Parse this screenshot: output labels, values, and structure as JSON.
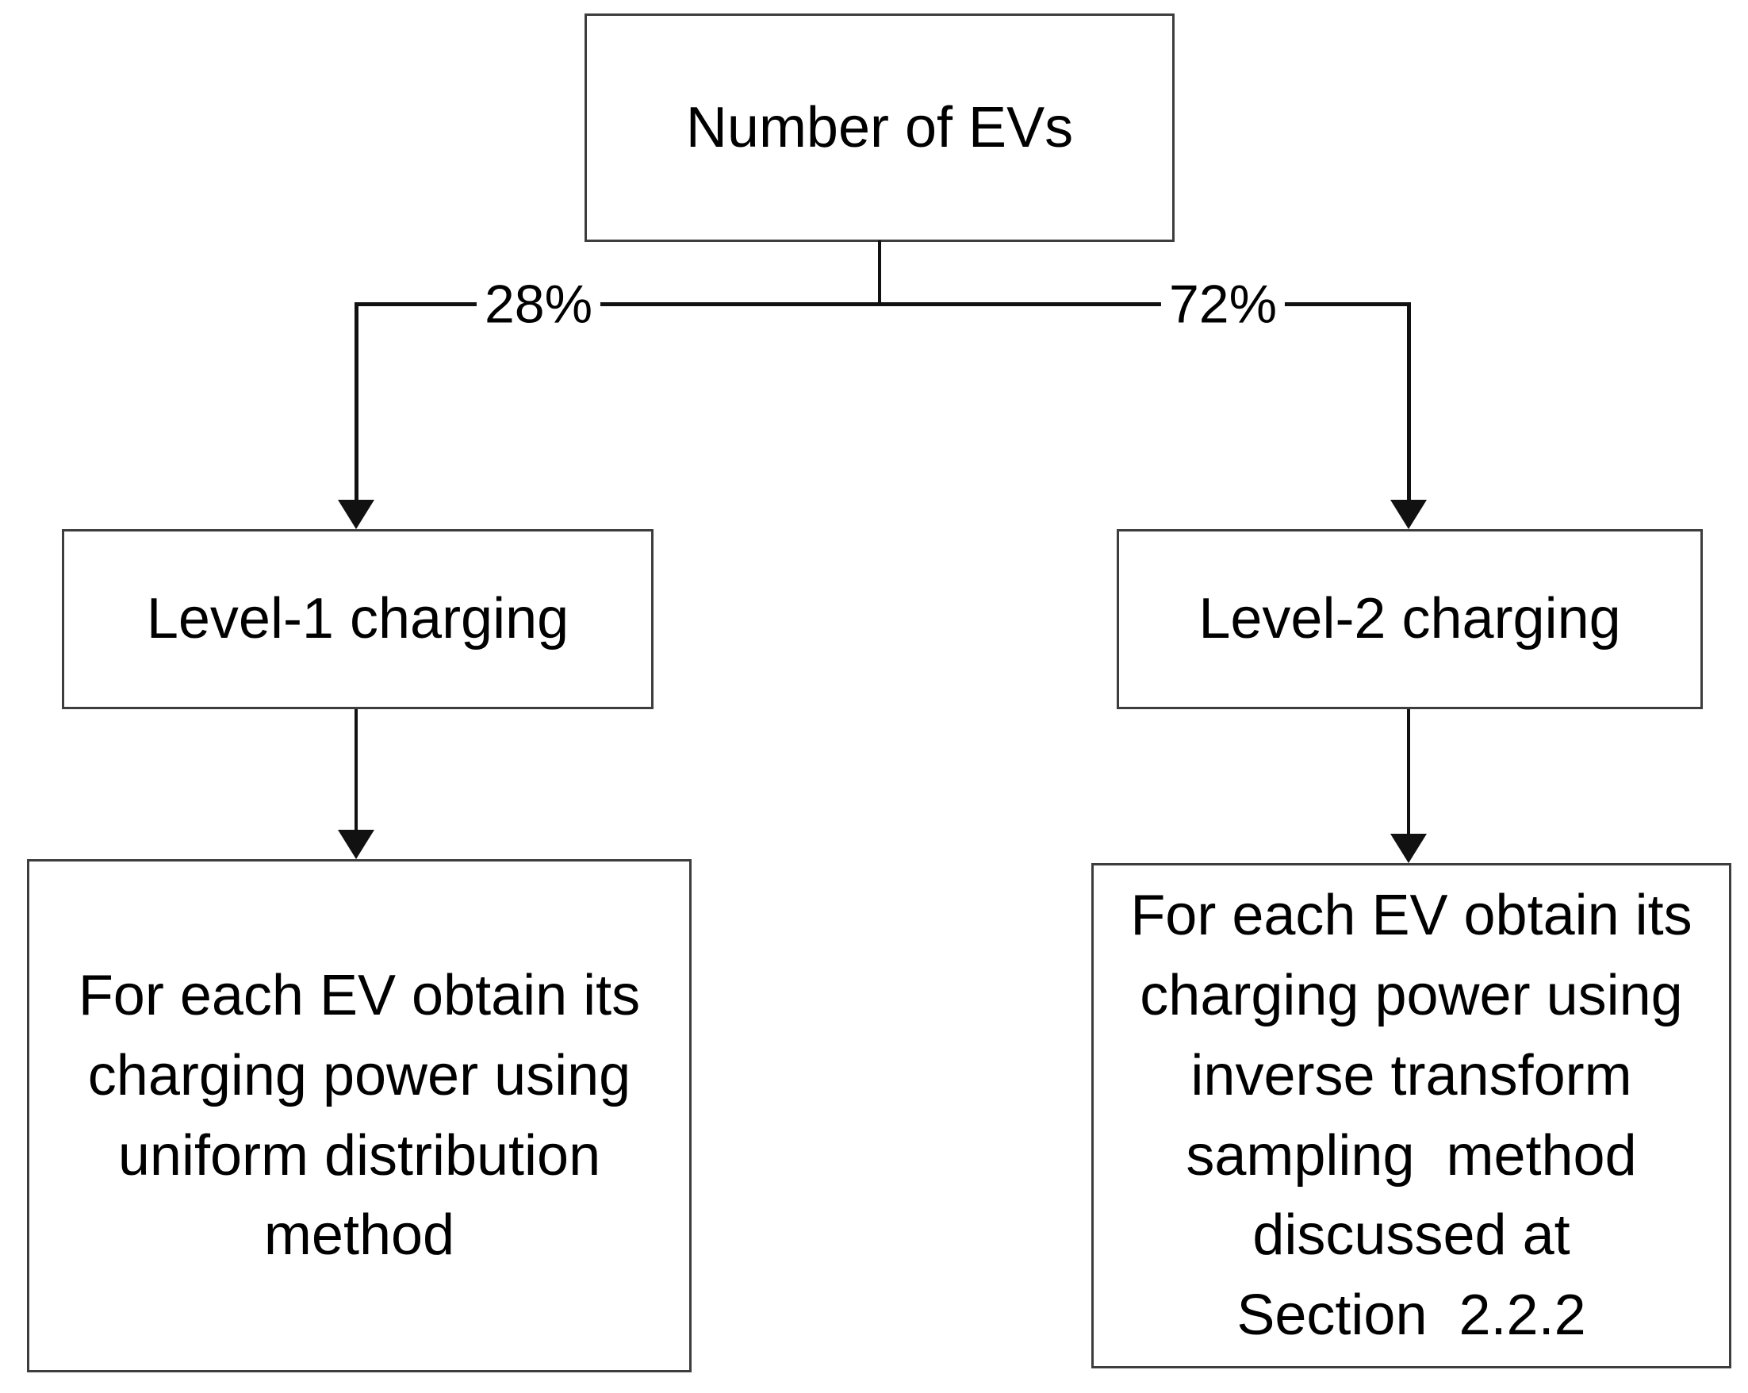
{
  "flowchart": {
    "root": {
      "label": "Number of EVs"
    },
    "branches": [
      {
        "percent": "28%",
        "level_label": "Level-1 charging",
        "method_text": "For each EV obtain its\ncharging power using\nuniform distribution\nmethod"
      },
      {
        "percent": "72%",
        "level_label": "Level-2 charging",
        "method_text": "For each EV obtain its\ncharging power using\ninverse transform\nsampling  method\ndiscussed at\nSection  2.2.2"
      }
    ],
    "colors": {
      "background": "#ffffff",
      "text": "#000000",
      "line": "#111111",
      "box_border": "#3d3d3d"
    }
  }
}
